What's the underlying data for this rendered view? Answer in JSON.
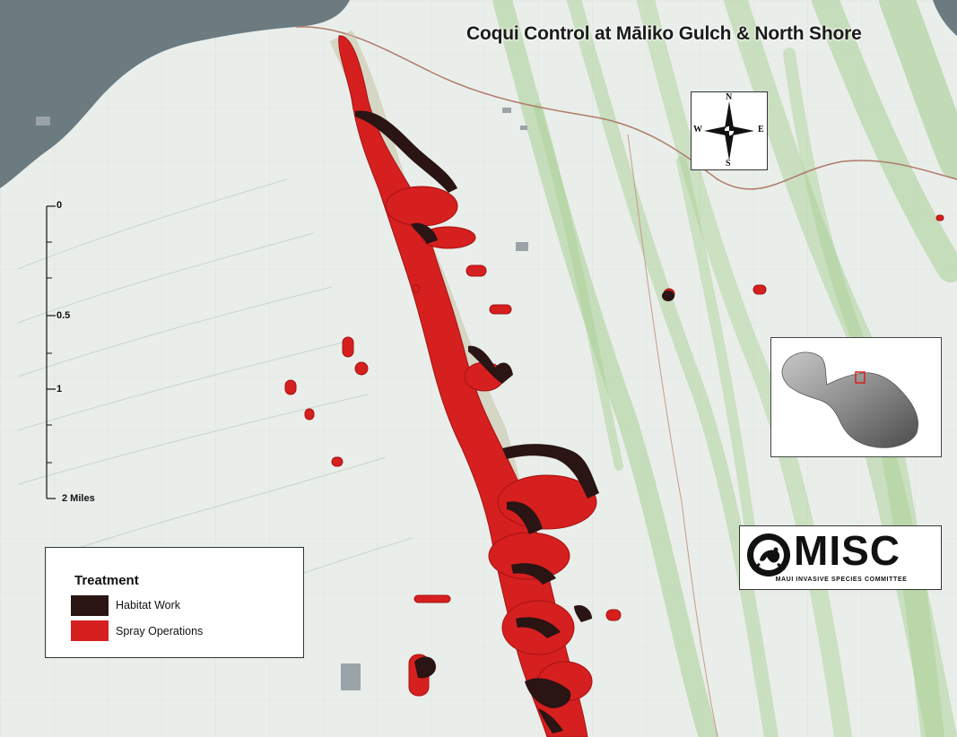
{
  "map": {
    "title": "Coqui Control at Māliko Gulch & North Shore"
  },
  "compass": {
    "north": "N",
    "south": "S",
    "east": "E",
    "west": "W"
  },
  "scale": {
    "labels": [
      "0",
      "0.5",
      "1",
      "2 Miles"
    ]
  },
  "legend": {
    "title": "Treatment",
    "items": [
      {
        "label": "Habitat Work",
        "color": "#2a1414"
      },
      {
        "label": "Spray Operations",
        "color": "#d61f1f"
      }
    ]
  },
  "logo": {
    "name": "MISC",
    "subtitle": "MAUI INVASIVE SPECIES COMMITTEE"
  },
  "colors": {
    "ocean": "#6b7b80",
    "land": "#e9eeea",
    "vegetation": "#a9cf93",
    "spray": "#d61f1f",
    "habitat": "#2a1414",
    "road": "#b07a6a"
  }
}
